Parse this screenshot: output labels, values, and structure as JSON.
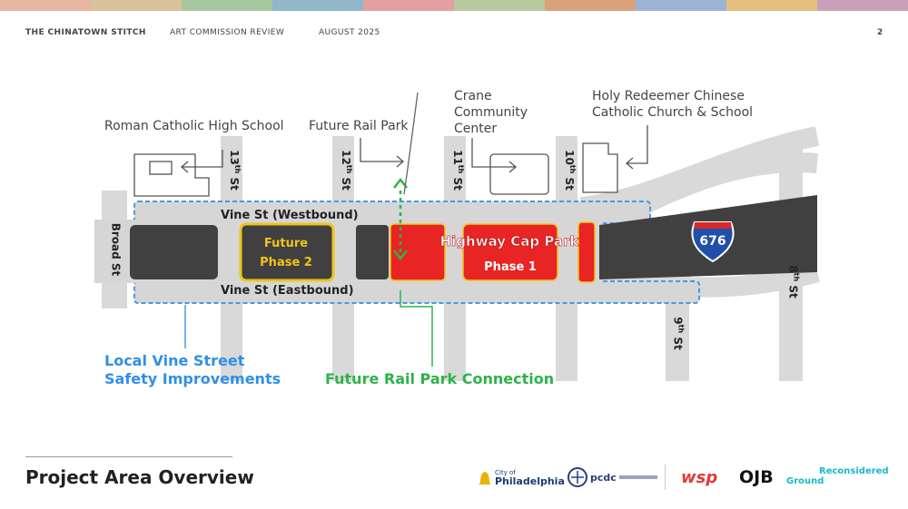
{
  "header": {
    "project": "THE CHINATOWN STITCH",
    "meeting": "ART COMMISSION REVIEW",
    "date": "AUGUST 2025",
    "page_number": "2"
  },
  "top_band_colors": [
    "#e7b7a4",
    "#d9c39a",
    "#a7c7a0",
    "#8fb6c9",
    "#e3a0a0",
    "#b9c99e",
    "#d9a27a",
    "#9cb3d6",
    "#e4c07e",
    "#c9a0b9"
  ],
  "map": {
    "landmarks": {
      "roman_catholic": "Roman Catholic High School",
      "future_rail_park": "Future Rail Park",
      "crane_line1": "Crane",
      "crane_line2": "Community",
      "crane_line3": "Center",
      "holy_line1": "Holy Redeemer Chinese",
      "holy_line2": "Catholic Church & School"
    },
    "streets": {
      "broad": "Broad St",
      "s13": "13",
      "s12": "12",
      "s11": "11",
      "s10": "10",
      "s9": "9",
      "s8": "8",
      "th": "th",
      "st": " St",
      "vine_west": "Vine St (Westbound)",
      "vine_east": "Vine St (Eastbound)"
    },
    "phases": {
      "future_line1": "Future",
      "future_line2": "Phase 2",
      "cap_park": "Highway Cap Park",
      "phase1": "Phase 1"
    },
    "interstate": "676",
    "colors": {
      "road": "#d6d6d6",
      "highway": "#404040",
      "vine_outline": "#4a98e6",
      "cap_red": "#e82424",
      "phase_gold": "#f0c419",
      "rail_green": "#2db34a"
    }
  },
  "notes": {
    "local_line1": "Local Vine Street",
    "local_line2": "Safety Improvements",
    "rail_connection": "Future Rail Park Connection"
  },
  "footer": {
    "title": "Project Area Overview",
    "logos": {
      "city_small": "City of",
      "city": "Philadelphia",
      "pcdc": "pcdc",
      "wsp": "wsp",
      "ojb": "OJB",
      "ground": "Ground",
      "reconsidered": "Reconsidered"
    }
  }
}
